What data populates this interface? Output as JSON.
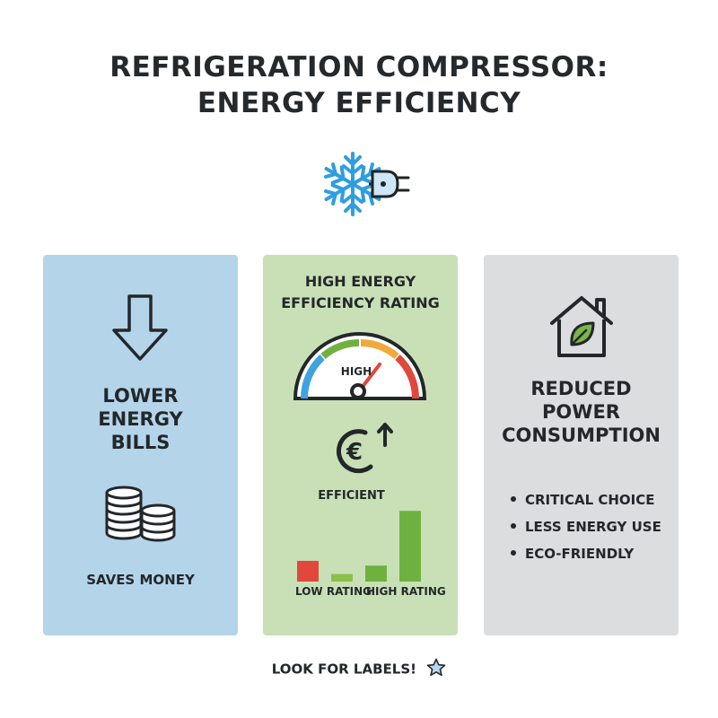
{
  "title": {
    "line1": "REFRIGERATION COMPRESSOR:",
    "line2": "ENERGY EFFICIENCY"
  },
  "hero": {
    "icons": [
      "snowflake-icon",
      "plug-icon"
    ],
    "color": "#2f9ee0"
  },
  "panels": {
    "left": {
      "color": "#b4d4ea",
      "icon": "down-arrow-icon",
      "heading": [
        "LOWER",
        "ENERGY",
        "BILLS"
      ],
      "coins_icon": "coins-icon",
      "label": "SAVES MONEY"
    },
    "middle": {
      "color": "#c9e0b6",
      "heading": [
        "HIGH ENERGY",
        "EFFICIENCY RATING"
      ],
      "gauge_icon": "gauge-icon",
      "gauge_label": "HIGH",
      "euro_icon": "euro-up-icon",
      "euro_label": "EFFICIENT",
      "bars": {
        "values": [
          22,
          8,
          17,
          75
        ],
        "colors": [
          "#e2473c",
          "#8cbf4a",
          "#6fb140",
          "#6fb140"
        ]
      },
      "bar_labels": [
        "LOW RATING",
        "HIGH RATING"
      ]
    },
    "right": {
      "color": "#dbdddf",
      "icon": "eco-house-icon",
      "heading": [
        "REDUCED",
        "POWER",
        "CONSUMPTION"
      ],
      "bullets": [
        "CRITICAL CHOICE",
        "LESS ENERGY USE",
        "ECO-FRIENDLY"
      ]
    }
  },
  "footer": {
    "text": "LOOK FOR LABELS!",
    "icon": "star-icon"
  }
}
